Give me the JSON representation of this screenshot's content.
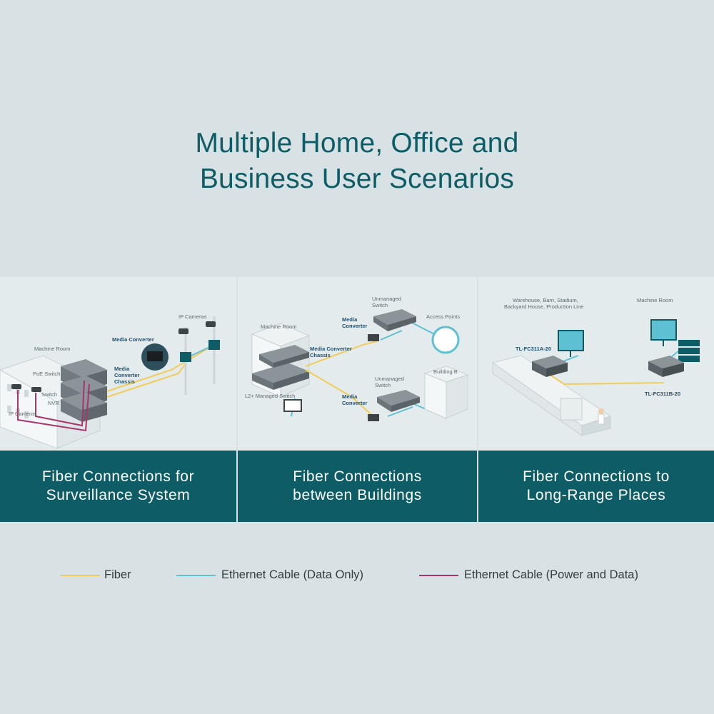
{
  "headline": {
    "line1": "Multiple Home, Office and",
    "line2": "Business User Scenarios"
  },
  "scenarios": [
    {
      "caption_line1": "Fiber Connections for",
      "caption_line2": "Surveillance System",
      "labels": {
        "machine_room": "Machine Room",
        "poe_switch": "PoE Switch",
        "switch": "Switch",
        "nvr": "NVR",
        "ip_cameras_left": "IP Cameras",
        "ip_cameras_right": "IP Cameras",
        "media_converter": "Media Converter",
        "chassis_line1": "Media",
        "chassis_line2": "Converter",
        "chassis_line3": "Chassis"
      }
    },
    {
      "caption_line1": "Fiber Connections",
      "caption_line2": "between Buildings",
      "labels": {
        "machine_room": "Machine Room",
        "unmanaged_top_1": "Unmanaged",
        "unmanaged_top_2": "Switch",
        "media_conv_top_1": "Media",
        "media_conv_top_2": "Converter",
        "access_points": "Access Points",
        "chassis_1": "Media Converter",
        "chassis_2": "Chassis",
        "l2_switch": "L2+ Managed Switch",
        "unmanaged_bottom_1": "Unmanaged",
        "unmanaged_bottom_2": "Switch",
        "building_b": "Building B",
        "media_conv_bottom_1": "Media",
        "media_conv_bottom_2": "Converter"
      }
    },
    {
      "caption_line1": "Fiber Connections to",
      "caption_line2": "Long-Range Places",
      "labels": {
        "warehouse_1": "Warehouse, Barn, Stadium,",
        "warehouse_2": "Backyard House, Production Line",
        "machine_room": "Machine Room",
        "model_a": "TL-FC311A-20",
        "model_b": "TL-FC311B-20"
      }
    }
  ],
  "legend": [
    {
      "label": "Fiber",
      "color": "#f2cc5a"
    },
    {
      "label": "Ethernet Cable (Data Only)",
      "color": "#5ec0d3"
    },
    {
      "label": "Ethernet Cable (Power and Data)",
      "color": "#a8356e"
    }
  ],
  "colors": {
    "brand_teal": "#0e5d66",
    "background": "#d8e2e5",
    "panel": "#e4ebec"
  }
}
